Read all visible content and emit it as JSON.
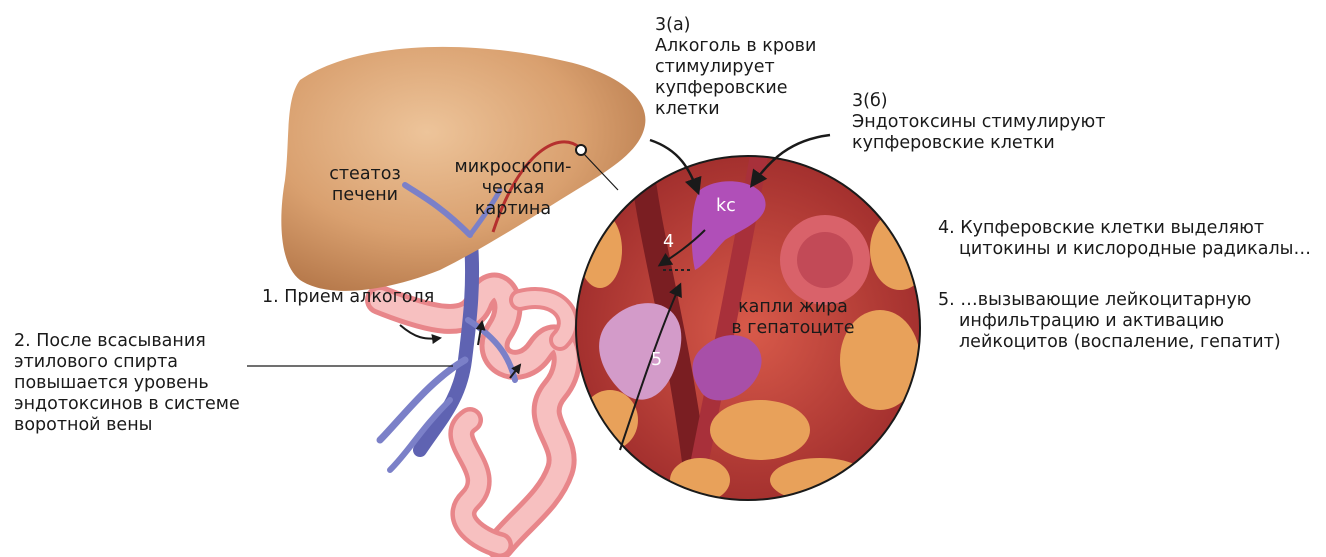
{
  "labels": {
    "steatosis": [
      "стеатоз",
      "печени"
    ],
    "micro": [
      "микроскопи-",
      "ческая",
      "картина"
    ],
    "step1": "1. Прием алкоголя",
    "step2": [
      "2. После всасывания",
      "этилового спирта",
      "повышается уровень",
      "эндотоксинов в системе",
      "воротной вены"
    ],
    "step3a": [
      "3(а)",
      "Алкоголь в крови",
      "стимулирует",
      "купферовские",
      "клетки"
    ],
    "step3b": [
      "3(б)",
      "Эндотоксины стимулируют",
      "купферовские клетки"
    ],
    "step4": [
      "4. Купферовские клетки выделяют",
      "цитокины и кислородные радикалы…"
    ],
    "step5": [
      "5. …вызывающие лейкоцитарную",
      "инфильтрацию и активацию",
      "лейкоцитов (воспаление, гепатит)"
    ],
    "kc": "kc",
    "num4": "4",
    "num5": "5",
    "fat": [
      "капли жира",
      "в гепатоците"
    ]
  },
  "colors": {
    "liver": "#d9a06f",
    "vein": "#6a6fbf",
    "intestine": "#f2a0a0",
    "tissue": "#c8413f",
    "fat_cell": "#e8a15a",
    "kupffer": "#b04fb8"
  }
}
